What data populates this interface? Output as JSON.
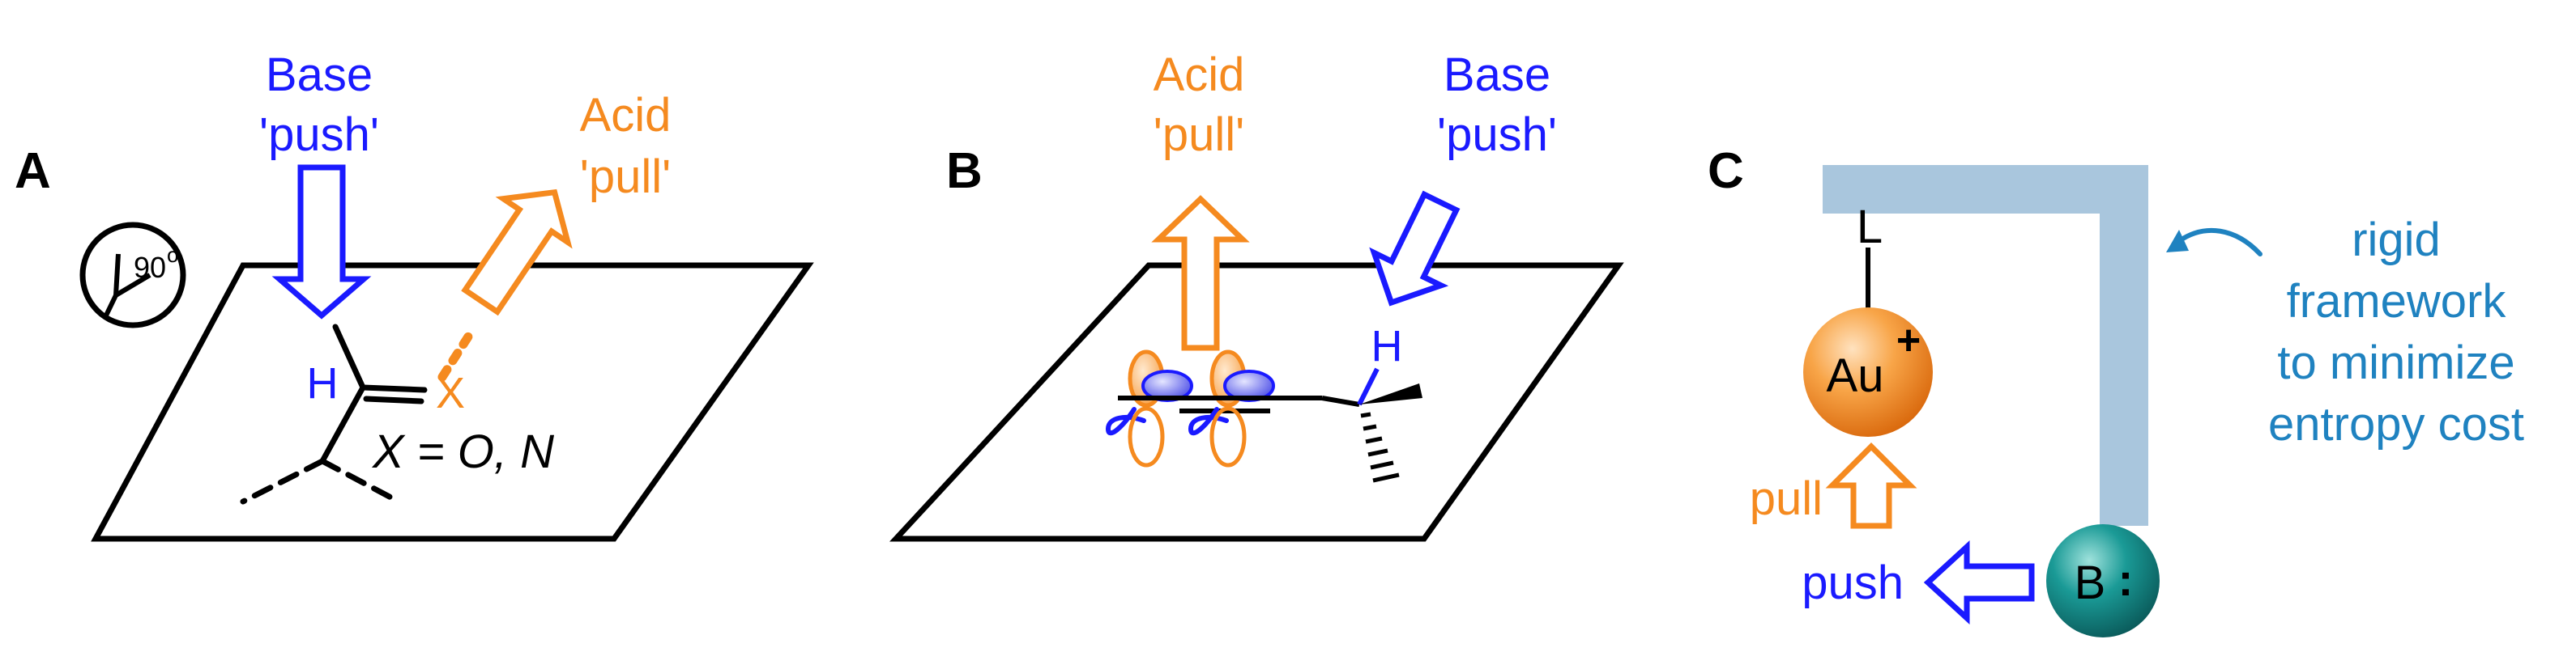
{
  "panel_a": {
    "letter": "A",
    "base_line1": "Base",
    "base_line2": "'push'",
    "acid_line1": "Acid",
    "acid_line2": "'pull'",
    "angle": "90",
    "angle_unit": "o",
    "h_atom": "H",
    "x_atom": "X",
    "equation": "X = O, N"
  },
  "panel_b": {
    "letter": "B",
    "acid_line1": "Acid",
    "acid_line2": "'pull'",
    "base_line1": "Base",
    "base_line2": "'push'",
    "h_atom": "H"
  },
  "panel_c": {
    "letter": "C",
    "ligand": "L",
    "metal": "Au",
    "charge": "+",
    "pull_label": "pull",
    "push_label": "push",
    "base_atom": "B",
    "lone_pair": ":",
    "note_lines": [
      "rigid",
      "framework",
      "to minimize",
      "entropy cost"
    ]
  },
  "colors": {
    "base_blue": "#1a1aff",
    "acid_orange": "#f58a1f",
    "framework_blue": "#a9c6dd",
    "note_teal": "#1f82c0",
    "gold": "#f08a1c",
    "teal_sphere": "#128a8a"
  }
}
